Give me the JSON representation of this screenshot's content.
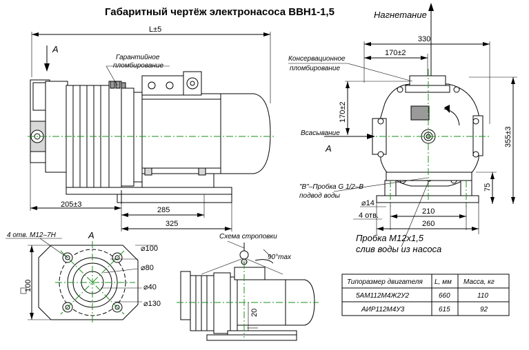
{
  "title": "Габаритный чертёж электронасоса ВВН1-1,5",
  "labels": {
    "discharge": "Нагнетание",
    "suction": "Всасывание",
    "view_a": "А",
    "view_a_label": "А",
    "suction_a": "А",
    "warranty_seal_1": "Гарантийное",
    "warranty_seal_2": "пломбирование",
    "conservation_seal_1": "Консервационное",
    "conservation_seal_2": "пломбирование",
    "water_plug_1": "\"В\"–Пробка G 1/2–В",
    "water_plug_2": "подвод воды",
    "drain_plug_1": "Пробка М12х1,5",
    "drain_plug_2": "слив воды из насоса",
    "holes": "4 отв. М12–7Н",
    "holes_14": "4 отв.",
    "sling_scheme": "Схема строповки",
    "angle": "90°max"
  },
  "dimensions": {
    "L": "L±5",
    "d205": "205±3",
    "d285": "285",
    "d325": "325",
    "d330": "330",
    "d170": "170±2",
    "d170v": "170±2",
    "d355": "355±3",
    "d75": "75",
    "d14": "⌀14",
    "d210": "210",
    "d260": "260",
    "d100": "⌀100",
    "d80": "⌀80",
    "d40": "⌀40",
    "d130": "⌀130",
    "sq100": "100",
    "d20": "20"
  },
  "table": {
    "headers": [
      "Типоразмер двигателя",
      "L, мм",
      "Масса, кг"
    ],
    "rows": [
      [
        "5АМ112М4Ж2У2",
        "660",
        "110"
      ],
      [
        "АИР112М4У3",
        "615",
        "92"
      ]
    ]
  },
  "colors": {
    "centerline": "#1a8f1a",
    "line": "#000000"
  }
}
